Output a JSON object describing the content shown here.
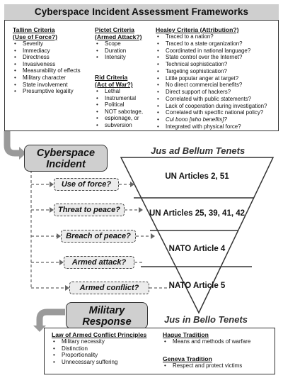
{
  "title": "Cyberspace Incident Assessment Frameworks",
  "tallinn": {
    "header": [
      "Tallinn Criteria",
      "(Use of Force?)"
    ],
    "items": [
      "Severity",
      "Immediacy",
      "Directness",
      "Invasiveness",
      "Measurability of effects",
      "Military character",
      "State involvement",
      "Presumptive legality"
    ]
  },
  "pictet": {
    "header": [
      "Pictet Criteria",
      "(Armed Attack?)"
    ],
    "items": [
      "Scope",
      "Duration",
      "Intensity"
    ]
  },
  "rid": {
    "header": [
      "Rid Criteria",
      "(Act of War?)"
    ],
    "items": [
      "Lethal",
      "Instrumental",
      "Political",
      "NOT sabotage,",
      "espionage, or",
      "subversion"
    ]
  },
  "healey": {
    "header": "Healey Criteria (Attribution?)",
    "items": [
      "Traced to a nation?",
      "Traced to a state organization?",
      "Coordinated in national language?",
      "State control over the Internet?",
      "Technical sophistication?",
      "Targeting sophistication?",
      "Little popular anger at target?",
      "No direct commercial benefits?",
      "Direct support of hackers?",
      "Correlated with public statements?",
      "Lack of cooperation during investigation?",
      "Correlated with specific national policy?",
      "Cui bono [who benefits]?",
      "Integrated with physical force?"
    ]
  },
  "incident": [
    "Cyberspace",
    "Incident"
  ],
  "jus_ad_bellum": "Jus ad Bellum Tenets",
  "questions": [
    "Use of force?",
    "Threat to peace?",
    "Breach of peace?",
    "Armed attack?",
    "Armed conflict?"
  ],
  "funnel_levels": [
    "UN Articles 2, 51",
    "UN Articles 25, 39, 41, 42",
    "NATO Article 4",
    "NATO Article 5"
  ],
  "military_response": [
    "Military",
    "Response"
  ],
  "jus_in_bello": "Jus in Bello Tenets",
  "loac": {
    "header": "Law of Armed Conflict Principles",
    "items": [
      "Military necessity",
      "Distinction",
      "Proportionality",
      "Unnecessary suffering"
    ]
  },
  "hague": {
    "header": "Hague Tradition",
    "items": [
      "Means and methods of warfare"
    ]
  },
  "geneva": {
    "header": "Geneva Tradition",
    "items": [
      "Respect and protect victims"
    ]
  },
  "colors": {
    "box_fill": "#cfcfcf",
    "question_fill": "#ececec",
    "line": "#333333",
    "dashed": "#666666"
  }
}
